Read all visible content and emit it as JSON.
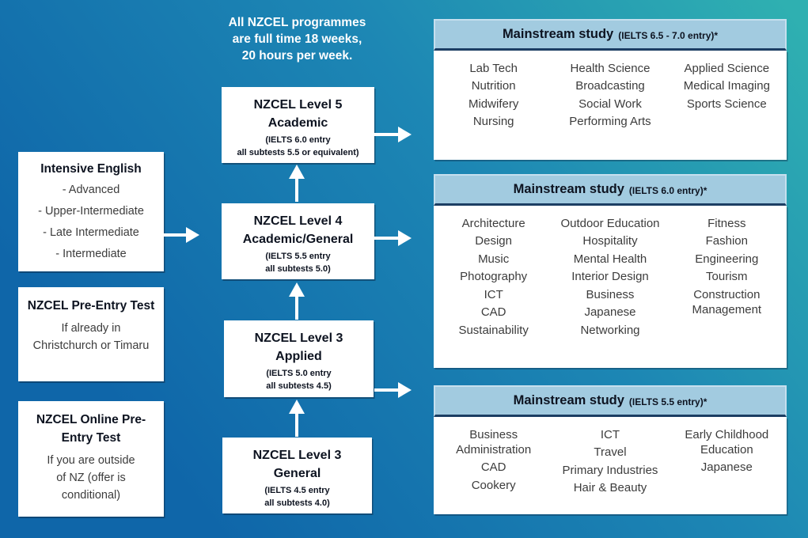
{
  "colors": {
    "bg_left": "#0f66a9",
    "bg_mid": "#1d87b4",
    "bg_right": "#2fb0b1",
    "header_bg": "#a2cbe0",
    "box_bg": "#ffffff",
    "heading_text": "#0d1320",
    "body_text": "#3c3c3c",
    "note_text": "#ffffff",
    "arrow": "#ffffff"
  },
  "note": {
    "lines": [
      "All NZCEL programmes",
      "are full time 18 weeks,",
      "20 hours per week."
    ]
  },
  "entry_boxes": [
    {
      "title": "Intensive English",
      "items": [
        "- Advanced",
        "- Upper-Intermediate",
        "- Late Intermediate",
        "- Intermediate"
      ]
    },
    {
      "title": "NZCEL Pre-Entry Test",
      "body_lines": [
        "If already in",
        "Christchurch or Timaru"
      ]
    },
    {
      "title": "NZCEL Online Pre-Entry Test",
      "body_lines": [
        "If you are outside",
        "of NZ (offer is",
        "conditional)"
      ]
    }
  ],
  "level_boxes": [
    {
      "heading_lines": [
        "NZCEL Level 5",
        "Academic"
      ],
      "detail_lines": [
        "(IELTS 6.0 entry",
        "all subtests 5.5 or equivalent)"
      ]
    },
    {
      "heading_lines": [
        "NZCEL Level 4",
        "Academic/General"
      ],
      "detail_lines": [
        "(IELTS 5.5 entry",
        "all subtests 5.0)"
      ]
    },
    {
      "heading_lines": [
        "NZCEL Level 3",
        "Applied"
      ],
      "detail_lines": [
        "(IELTS 5.0 entry",
        "all subtests 4.5)"
      ]
    },
    {
      "heading_lines": [
        "NZCEL Level 3",
        "General"
      ],
      "detail_lines": [
        "(IELTS 4.5 entry",
        "all subtests 4.0)"
      ]
    }
  ],
  "mainstream_sections": [
    {
      "title": "Mainstream study",
      "entry_note": "(IELTS 6.5 - 7.0 entry)*",
      "columns": [
        [
          "Lab Tech",
          "Nutrition",
          "Midwifery",
          "Nursing"
        ],
        [
          "Health Science",
          "Broadcasting",
          "Social Work",
          "Performing Arts"
        ],
        [
          "Applied Science",
          "Medical Imaging",
          "Sports Science"
        ]
      ]
    },
    {
      "title": "Mainstream study",
      "entry_note": "(IELTS 6.0 entry)*",
      "columns": [
        [
          "Architecture",
          "Design",
          "Music",
          "Photography",
          "ICT",
          "CAD",
          "Sustainability"
        ],
        [
          "Outdoor Education",
          "Hospitality",
          "Mental Health",
          "Interior Design",
          "Business",
          "Japanese",
          "Networking"
        ],
        [
          "Fitness",
          "Fashion",
          "Engineering",
          "Tourism",
          "Construction Management"
        ]
      ]
    },
    {
      "title": "Mainstream study",
      "entry_note": "(IELTS 5.5 entry)*",
      "columns": [
        [
          "Business Administration",
          "CAD",
          "Cookery"
        ],
        [
          "ICT",
          "Travel",
          "Primary Industries",
          "Hair & Beauty"
        ],
        [
          "Early Childhood Education",
          "Japanese"
        ]
      ]
    }
  ]
}
